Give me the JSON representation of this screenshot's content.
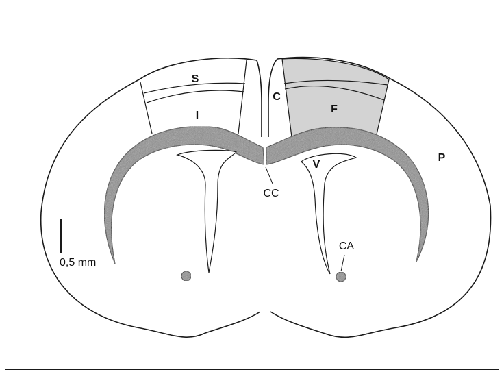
{
  "diagram": {
    "regions": {
      "S": "S",
      "I": "I",
      "C": "C",
      "F": "F",
      "P": "P",
      "V": "V"
    },
    "callouts": {
      "corpus_callosum": "CC",
      "anterior_commissure": "CA"
    },
    "scale_bar": "0,5 mm",
    "colors": {
      "outline": "#1a1a1a",
      "highlight_region": "#d3d3d3",
      "white_matter": "#8d8d8d",
      "background": "#ffffff"
    }
  }
}
